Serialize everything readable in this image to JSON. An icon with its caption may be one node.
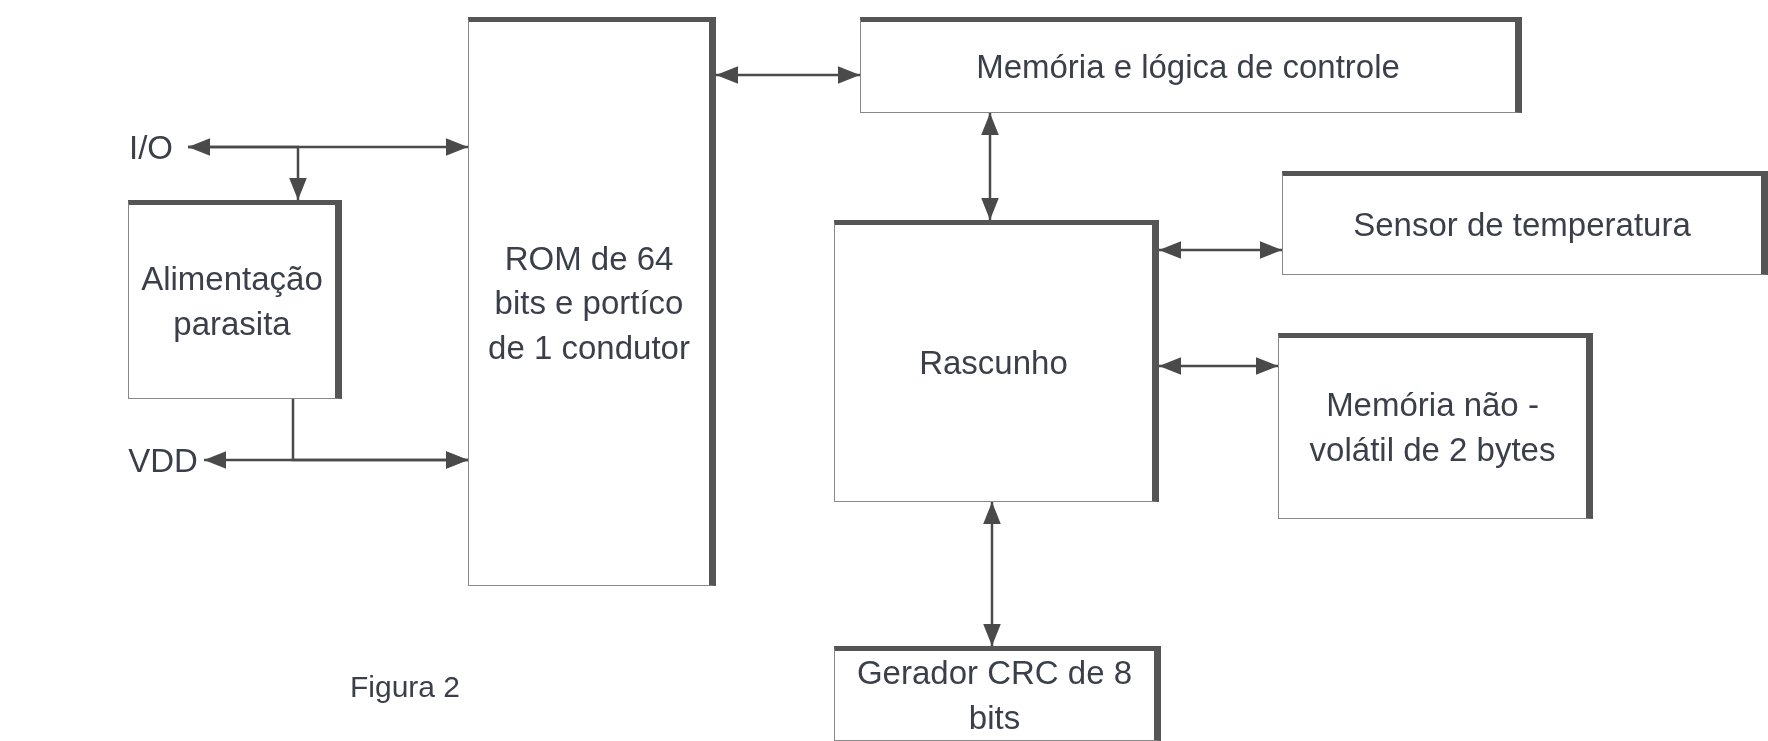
{
  "diagram": {
    "nodes": [
      {
        "text": [
          "I/O"
        ]
      },
      {
        "text": [
          "Alimentação parasita"
        ]
      },
      {
        "text": [
          "ROM de 64 bits e portíco de 1 condutor"
        ]
      },
      {
        "text": [
          "Memória e lógica de controle"
        ]
      },
      {
        "text": [
          "Sensor de temperatura"
        ]
      },
      {
        "text": [
          "Rascunho"
        ]
      },
      {
        "text": [
          "Memória não - volátil de 2 bytes"
        ]
      },
      {
        "text": [
          "VDD"
        ]
      },
      {
        "text": [
          "Gerador CRC de 8 bits"
        ]
      }
    ],
    "edges": [
      {
        "from": 0,
        "to": 2,
        "arrow": "both"
      },
      {
        "from": 0,
        "to": 1,
        "arrow": "to"
      },
      {
        "from": 7,
        "to": 2,
        "arrow": "both"
      },
      {
        "from": 1,
        "to": 2,
        "arrow": "to"
      },
      {
        "from": 2,
        "to": 3,
        "arrow": "both"
      },
      {
        "from": 3,
        "to": 5,
        "arrow": "both"
      },
      {
        "from": 5,
        "to": 4,
        "arrow": "both"
      },
      {
        "from": 5,
        "to": 6,
        "arrow": "both"
      },
      {
        "from": 5,
        "to": 8,
        "arrow": "both"
      }
    ],
    "labels": [
      "Figura 2"
    ]
  }
}
